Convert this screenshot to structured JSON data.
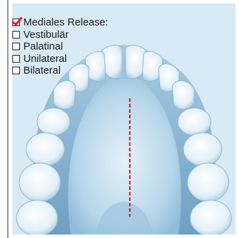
{
  "options": [
    {
      "label": "Mediales Release:",
      "checked": true
    },
    {
      "label": "Vestibulär",
      "checked": false
    },
    {
      "label": "Palatinal",
      "checked": false
    },
    {
      "label": "Unilateral",
      "checked": false
    },
    {
      "label": "Bilateral",
      "checked": false
    }
  ],
  "colors": {
    "background": "#d8eaf5",
    "teeth": "#eef6fb",
    "palate": "#b9d7ea",
    "checkmark": "#e01b24",
    "midline": "#e01b24"
  }
}
